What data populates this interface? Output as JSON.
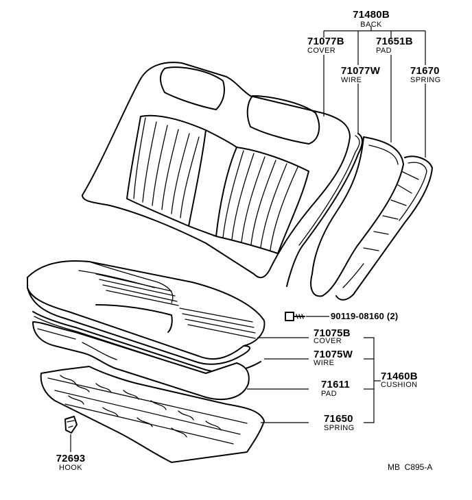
{
  "parts": {
    "back_assy": {
      "number": "71480B",
      "name": "BACK"
    },
    "back_cover": {
      "number": "71077B",
      "name": "COVER"
    },
    "back_pad": {
      "number": "71651B",
      "name": "PAD"
    },
    "back_wire": {
      "number": "71077W",
      "name": "WIRE"
    },
    "back_spring": {
      "number": "71670",
      "name": "SPRING"
    },
    "bolt": {
      "number": "90119-08160 (2)"
    },
    "cushion_cover": {
      "number": "71075B",
      "name": "COVER"
    },
    "cushion_wire": {
      "number": "71075W",
      "name": "WIRE"
    },
    "cushion_assy": {
      "number": "71460B",
      "name": "CUSHION"
    },
    "cushion_pad": {
      "number": "71611",
      "name": "PAD"
    },
    "cushion_spring": {
      "number": "71650",
      "name": "SPRING"
    },
    "hook": {
      "number": "72693",
      "name": "HOOK"
    }
  },
  "diagram_code": "MB  C895-A",
  "colors": {
    "ink": "#000000",
    "paper": "#ffffff"
  }
}
